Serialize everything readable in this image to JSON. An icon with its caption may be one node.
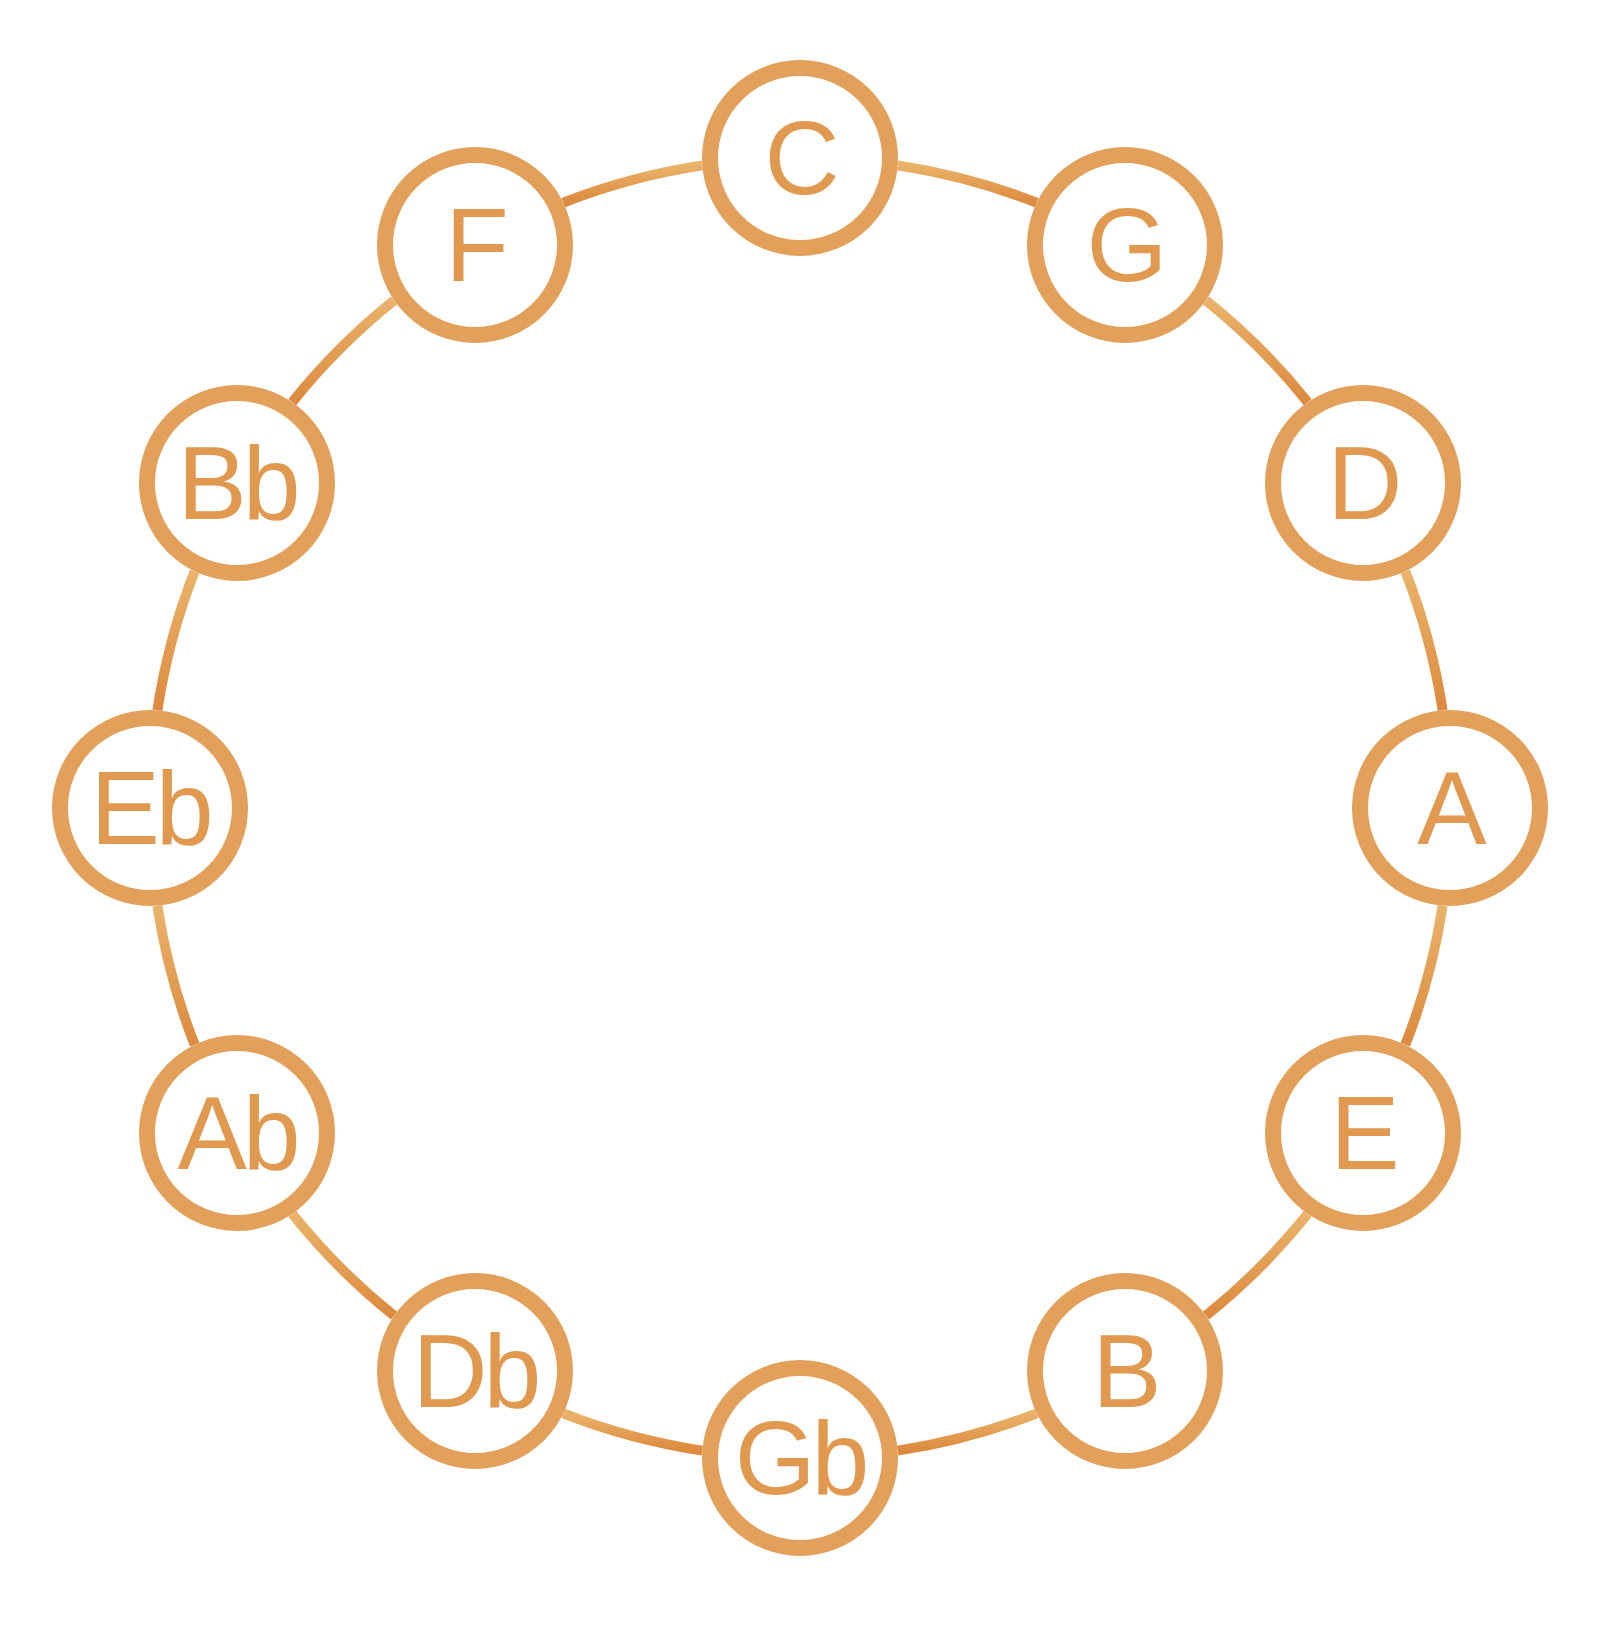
{
  "diagram": {
    "nodes": [
      {
        "text": [
          "C"
        ]
      },
      {
        "text": [
          "G"
        ]
      },
      {
        "text": [
          "D"
        ]
      },
      {
        "text": [
          "A"
        ]
      },
      {
        "text": [
          "E"
        ]
      },
      {
        "text": [
          "B"
        ]
      },
      {
        "text": [
          "Gb"
        ]
      },
      {
        "text": [
          "Db"
        ]
      },
      {
        "text": [
          "Ab"
        ]
      },
      {
        "text": [
          "Eb"
        ]
      },
      {
        "text": [
          "Bb"
        ]
      },
      {
        "text": [
          "F"
        ]
      }
    ],
    "edges": [
      {
        "from": 0,
        "to": 1,
        "arrow": "none"
      },
      {
        "from": 1,
        "to": 2,
        "arrow": "none"
      },
      {
        "from": 2,
        "to": 3,
        "arrow": "none"
      },
      {
        "from": 3,
        "to": 4,
        "arrow": "none"
      },
      {
        "from": 4,
        "to": 5,
        "arrow": "none"
      },
      {
        "from": 5,
        "to": 6,
        "arrow": "none"
      },
      {
        "from": 6,
        "to": 7,
        "arrow": "none"
      },
      {
        "from": 7,
        "to": 8,
        "arrow": "none"
      },
      {
        "from": 8,
        "to": 9,
        "arrow": "none"
      },
      {
        "from": 9,
        "to": 10,
        "arrow": "none"
      },
      {
        "from": 10,
        "to": 11,
        "arrow": "none"
      },
      {
        "from": 11,
        "to": 0,
        "arrow": "none"
      }
    ]
  }
}
